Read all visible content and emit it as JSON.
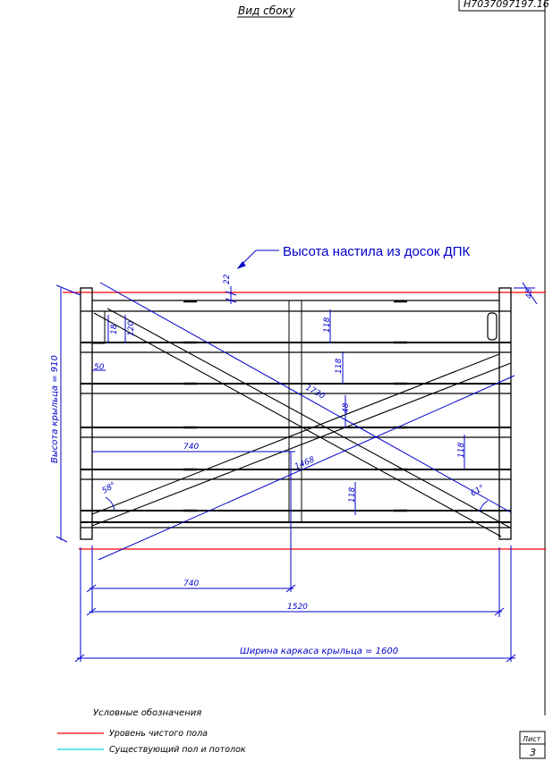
{
  "header": {
    "view_title": "Вид сбоку",
    "doc_code": "Н7037097197.16"
  },
  "annotation": {
    "deck_height_note": "Высота настила из досок ДПК"
  },
  "dimensions": {
    "d22": "22",
    "d45": "45",
    "d18": "18",
    "d120": "120",
    "d50": "50",
    "d118_a": "118",
    "d118_b": "118",
    "d118_c": "118",
    "d118_d": "118",
    "d48": "48",
    "d1730": "1730",
    "d1468": "1468",
    "d740_inner": "740",
    "d740_bottom": "740",
    "d1520": "1520",
    "width_label": "Ширина каркаса крыльца = 1600",
    "height_label": "Высота крыльца = 910",
    "angle_left": "58°",
    "angle_right": "61°"
  },
  "legend": {
    "title": "Условные обозначения",
    "items": [
      {
        "label": "Уровень чистого пола",
        "color": "#ff0000"
      },
      {
        "label": "Существующий пол и потолок",
        "color": "#00d8d8"
      }
    ]
  },
  "sheet": {
    "label": "Лист",
    "number": "3"
  },
  "colors": {
    "dimension": "#0000cc",
    "outline": "#000000",
    "floor_level": "#ff0000"
  }
}
